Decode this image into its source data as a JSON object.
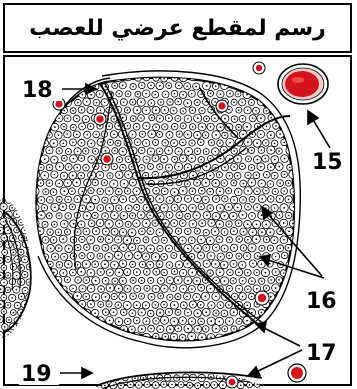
{
  "title": "رسم لمقطع عرضي للعصب",
  "labels": {
    "l15": "15",
    "l16": "16",
    "l17": "17",
    "l18": "18",
    "l19": "19"
  },
  "colors": {
    "vessel_red": "#d4141c",
    "vessel_ring": "#f3c9c9",
    "line": "#000000"
  }
}
